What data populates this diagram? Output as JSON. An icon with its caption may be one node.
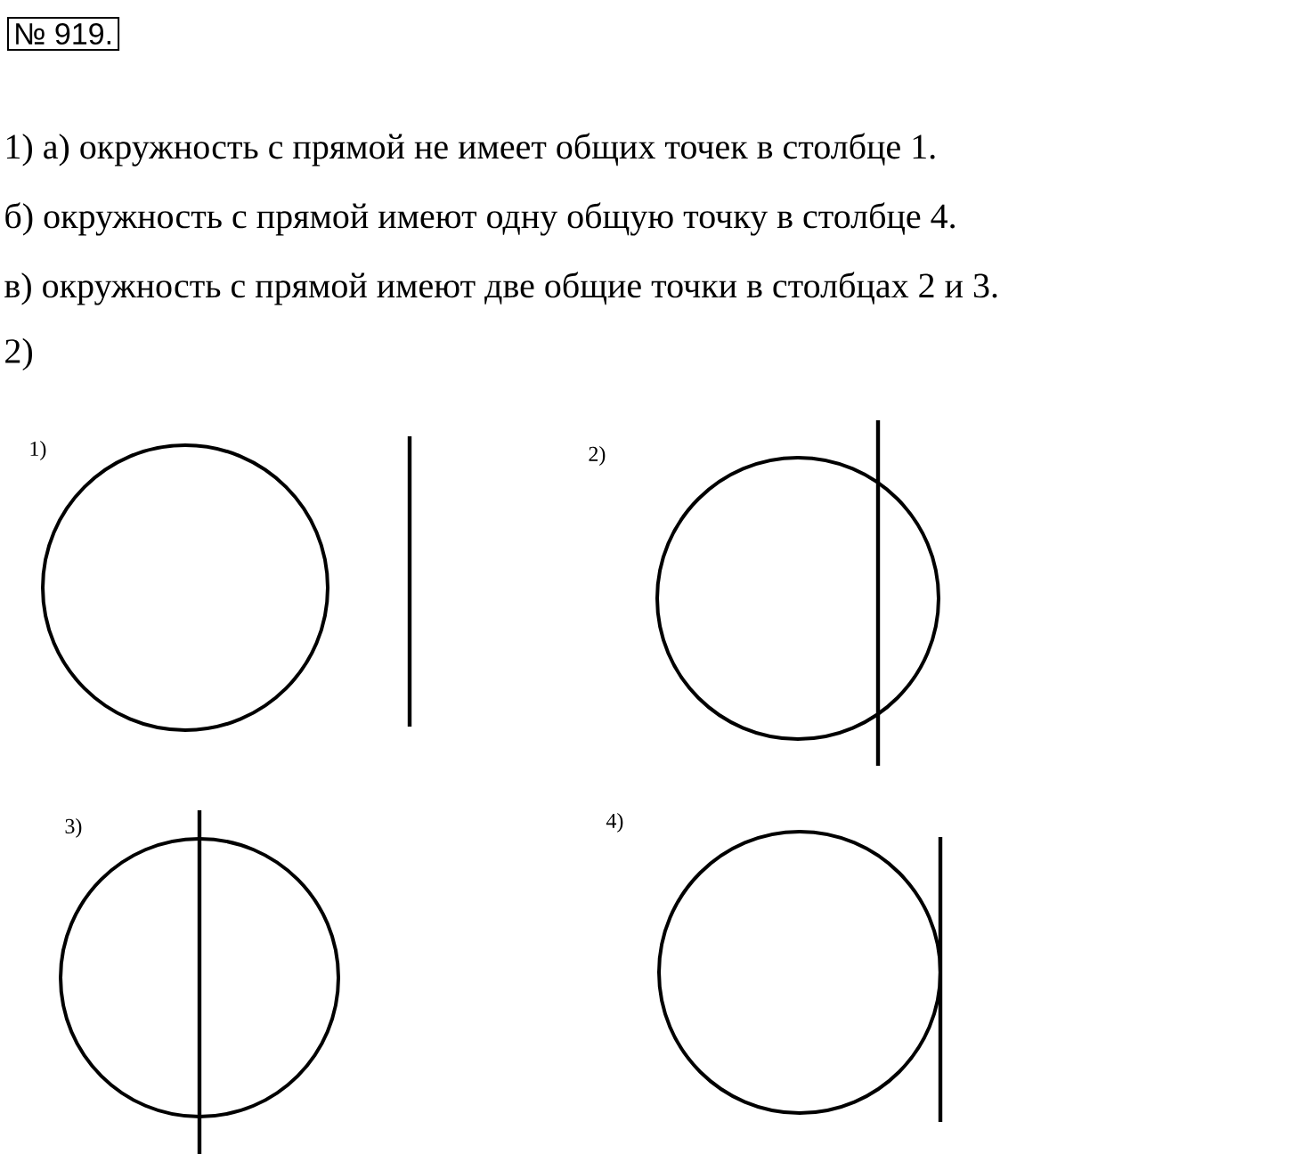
{
  "diagram": {
    "nodes": [
      {
        "text": [
          "№ 919."
        ]
      }
    ],
    "labels": [
      "1) а) окружность с прямой не имеет общих точек в столбце 1.",
      "б) окружность с прямой имеют одну общую точку в столбце 4.",
      "в) окружность с прямой имеют две общие точки в столбцах 2 и 3.",
      "2)",
      "1)",
      "2)",
      "3)",
      "4)"
    ]
  }
}
